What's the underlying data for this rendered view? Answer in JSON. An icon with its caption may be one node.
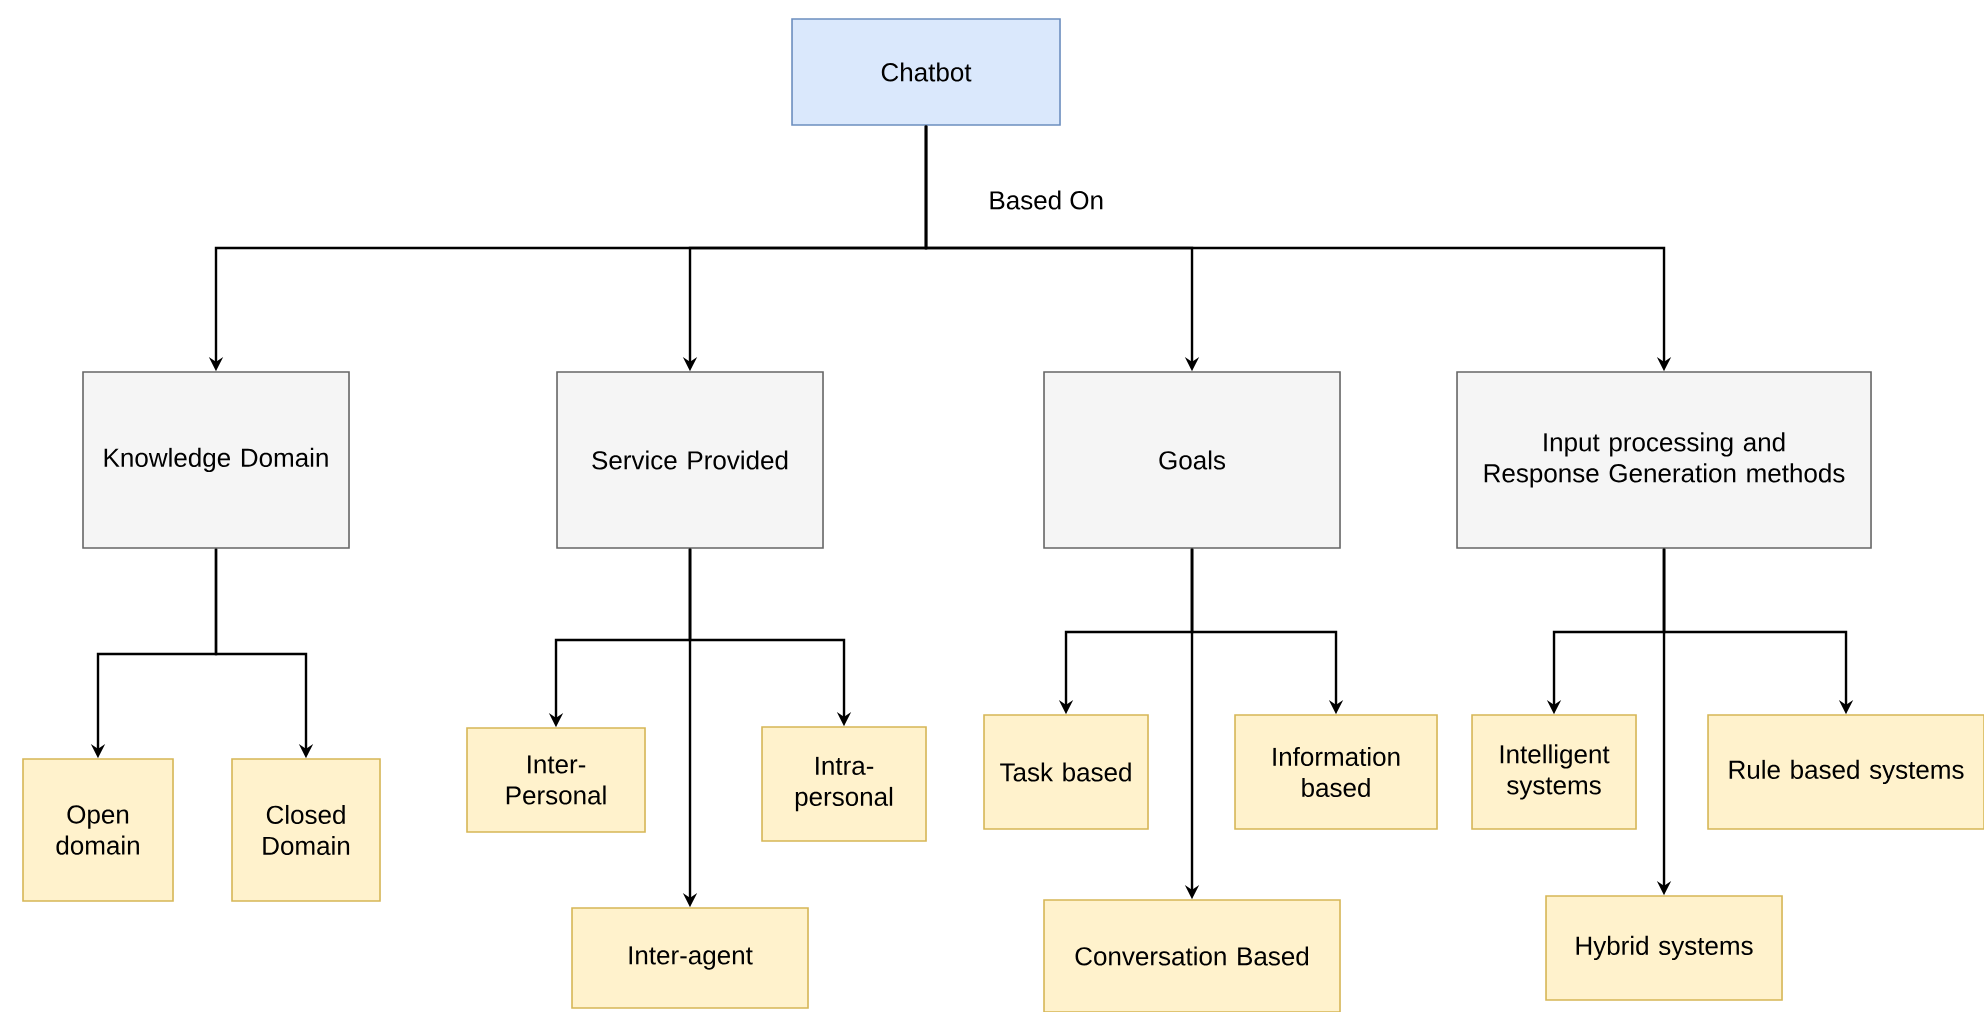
{
  "diagram": {
    "nodes": [
      {
        "text": [
          "Chatbot"
        ]
      },
      {
        "text": [
          "Knowledge Domain"
        ]
      },
      {
        "text": [
          "Service Provided"
        ]
      },
      {
        "text": [
          "Goals"
        ]
      },
      {
        "text": [
          "Input processing and Response Generation methods"
        ]
      },
      {
        "text": [
          "Open domain"
        ]
      },
      {
        "text": [
          "Closed Domain"
        ]
      },
      {
        "text": [
          "Inter- Personal"
        ]
      },
      {
        "text": [
          "Intra- personal"
        ]
      },
      {
        "text": [
          "Inter-agent"
        ]
      },
      {
        "text": [
          "Task based"
        ]
      },
      {
        "text": [
          "Information based"
        ]
      },
      {
        "text": [
          "Conversation Based"
        ]
      },
      {
        "text": [
          "Intelligent systems"
        ]
      },
      {
        "text": [
          "Rule based systems"
        ]
      },
      {
        "text": [
          "Hybrid systems"
        ]
      }
    ],
    "edges": [
      {
        "from": 0,
        "to": 1,
        "arrow": "to"
      },
      {
        "from": 0,
        "to": 2,
        "arrow": "to"
      },
      {
        "from": 0,
        "to": 3,
        "arrow": "to"
      },
      {
        "from": 0,
        "to": 4,
        "arrow": "to"
      },
      {
        "from": 1,
        "to": 5,
        "arrow": "to"
      },
      {
        "from": 1,
        "to": 6,
        "arrow": "to"
      },
      {
        "from": 2,
        "to": 7,
        "arrow": "to"
      },
      {
        "from": 2,
        "to": 8,
        "arrow": "to"
      },
      {
        "from": 2,
        "to": 9,
        "arrow": "to"
      },
      {
        "from": 3,
        "to": 10,
        "arrow": "to"
      },
      {
        "from": 3,
        "to": 11,
        "arrow": "to"
      },
      {
        "from": 3,
        "to": 12,
        "arrow": "to"
      },
      {
        "from": 4,
        "to": 13,
        "arrow": "to"
      },
      {
        "from": 4,
        "to": 14,
        "arrow": "to"
      },
      {
        "from": 4,
        "to": 15,
        "arrow": "to"
      }
    ],
    "labels": [
      "Based On"
    ]
  }
}
